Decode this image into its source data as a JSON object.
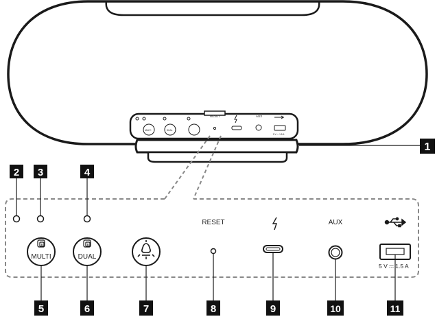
{
  "callouts": [
    "1",
    "2",
    "3",
    "4",
    "5",
    "6",
    "7",
    "8",
    "9",
    "10",
    "11"
  ],
  "buttons": {
    "multi_label": "MULTI",
    "dual_label": "DUAL"
  },
  "ports": {
    "reset_label": "RESET",
    "aux_label": "AUX",
    "usb_rating": "5 V ⎓ 1.5 A"
  },
  "panel_small": {
    "reset_label": "RESET",
    "aux_label": "AUX",
    "multi_label": "MULTI",
    "dual_label": "DUAL",
    "usb_rating": "5 V ⎓ 1.5 A"
  },
  "colors": {
    "stroke": "#1a1a1a",
    "badge": "#111111",
    "dash": "#888888"
  },
  "icons": [
    "multi-icon",
    "dual-icon",
    "light-bulb-icon",
    "lightning-icon",
    "usb-icon"
  ]
}
